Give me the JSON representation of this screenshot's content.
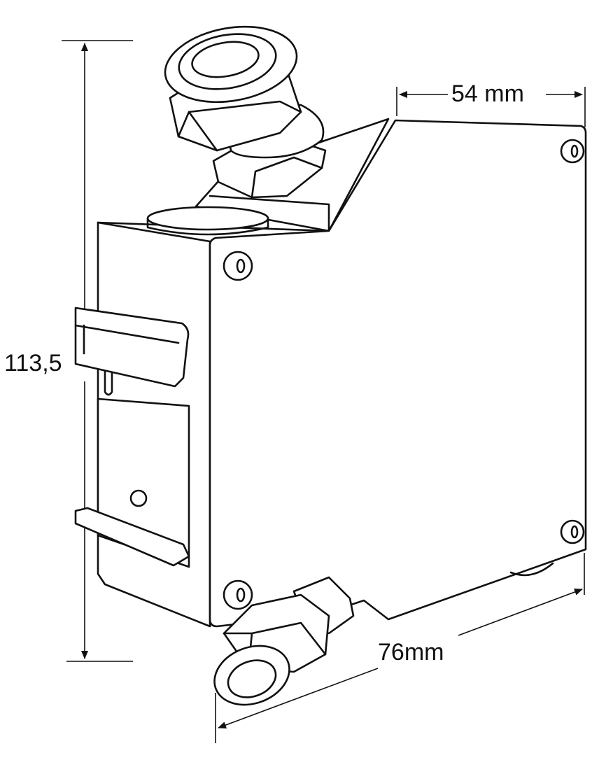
{
  "dimensions": {
    "height_label": "113,5",
    "width_label": "54 mm",
    "depth_label": "76mm"
  }
}
